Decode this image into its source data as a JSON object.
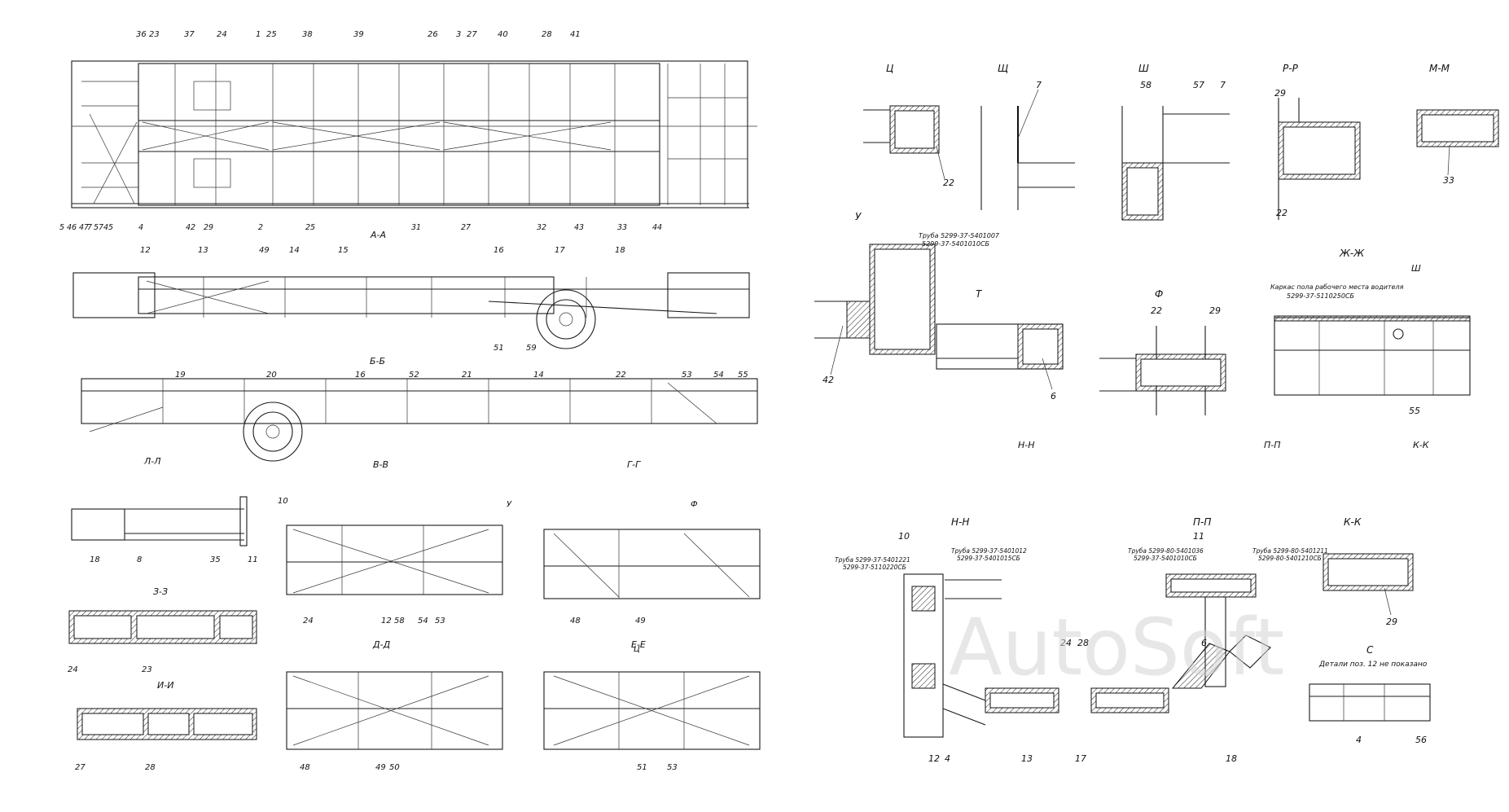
{
  "watermark": "AutoSoft",
  "top_view": {
    "section_label": "А-А",
    "callouts_top": [
      "36",
      "23",
      "37",
      "24",
      "1",
      "25",
      "38",
      "39",
      "26",
      "3",
      "27",
      "40",
      "28",
      "41"
    ],
    "callouts_bottom": [
      "5",
      "46",
      "47",
      "7",
      "57",
      "45",
      "4",
      "42",
      "29",
      "2",
      "25",
      "31",
      "27",
      "32",
      "43",
      "33",
      "44"
    ]
  },
  "side_view_1": {
    "callouts": [
      "12",
      "13",
      "49",
      "14",
      "15",
      "16",
      "17",
      "18",
      "51",
      "59"
    ]
  },
  "side_view_2": {
    "callouts": [
      "19",
      "20",
      "16",
      "52",
      "21",
      "14",
      "22",
      "53",
      "54",
      "55"
    ]
  },
  "view_labels": [
    "Л-Л",
    "Б-Б",
    "В-В",
    "Г-Г"
  ],
  "section_z": {
    "label": "З-З",
    "callouts": [
      "18",
      "8",
      "35",
      "11",
      "10"
    ]
  },
  "section_ii": {
    "label": "И-И",
    "callouts": [
      "24",
      "23"
    ]
  },
  "section_bottom_left": {
    "callouts": [
      "27",
      "28"
    ]
  },
  "section_dd": {
    "label": "Д-Д",
    "callouts": [
      "24",
      "12",
      "58",
      "54",
      "53",
      "48",
      "49",
      "50",
      "У"
    ]
  },
  "section_ee": {
    "label": "Е-Е",
    "callouts": [
      "Ф",
      "48",
      "49",
      "51",
      "53",
      "Ц"
    ]
  },
  "detail_ts": {
    "label": "Ц",
    "callout": "22"
  },
  "detail_shch": {
    "label": "Щ",
    "callout": "7"
  },
  "detail_sh": {
    "label": "Ш",
    "callouts": [
      "58",
      "57",
      "7"
    ]
  },
  "detail_rr": {
    "label": "Р-Р",
    "callouts": [
      "29",
      "22"
    ]
  },
  "detail_mm": {
    "label": "М-М",
    "callout": "33"
  },
  "detail_u": {
    "label": "У",
    "note_1": "Труба 5299-37-5401007",
    "note_2": "5299-37-5401010СБ",
    "callout": "42"
  },
  "detail_t": {
    "label": "Т",
    "callout": "6"
  },
  "detail_f": {
    "label": "Ф",
    "callouts": [
      "22",
      "29"
    ]
  },
  "detail_zhzh": {
    "label": "Ж-Ж",
    "note_1": "Каркас пола рабочего места водителя",
    "note_2": "5299-37-5110250СБ",
    "callouts": [
      "Ш",
      "55"
    ]
  },
  "row_labels": [
    "Н-Н",
    "П-П",
    "К-К"
  ],
  "detail_nn": {
    "label": "Н-Н",
    "note_left_1": "Труба 5299-37-5401221",
    "note_left_2": "5299-37-5110220СБ",
    "note_right_1": "Труба 5299-37-5401012",
    "note_right_2": "5299-37-5401015СБ",
    "callouts": [
      "10",
      "24",
      "12",
      "4",
      "13"
    ]
  },
  "detail_pp": {
    "label": "П-П",
    "note_left_1": "Труба 5299-80-5401036",
    "note_left_2": "5299-37-5401010СБ",
    "note_right_1": "Труба 5299-80-5401211",
    "note_right_2": "5299-80-5401210СБ",
    "callouts": [
      "11",
      "28",
      "6",
      "17",
      "18"
    ]
  },
  "detail_kk": {
    "label": "К-К",
    "callout": "29"
  },
  "detail_s": {
    "label": "С",
    "note": "Детали поз. 12 не показано",
    "callouts": [
      "4",
      "56"
    ]
  }
}
